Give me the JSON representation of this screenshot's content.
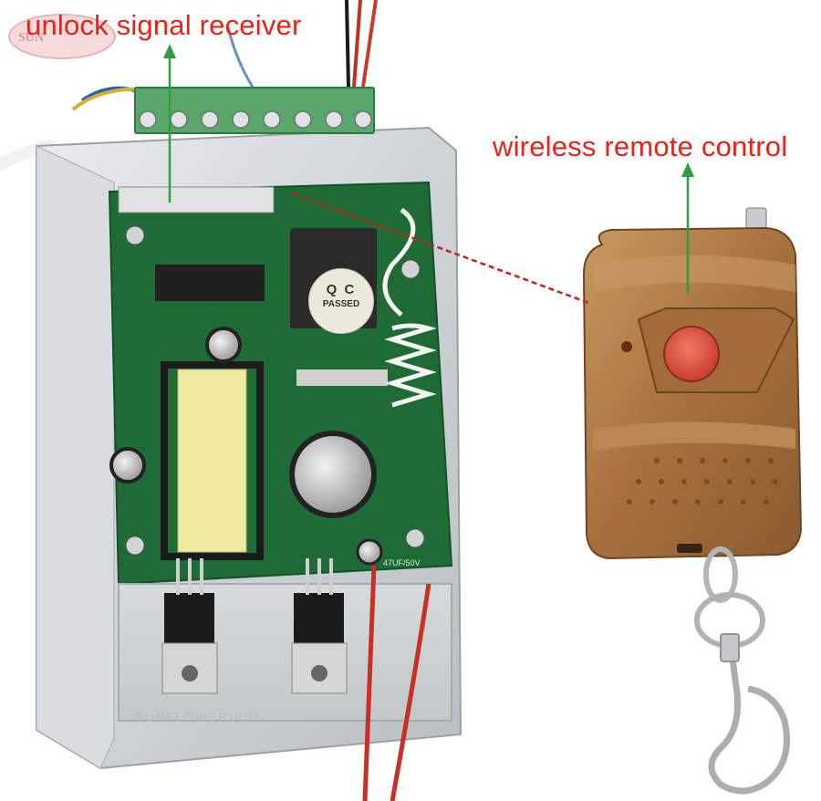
{
  "annotations": {
    "receiver_label": "unlock signal receiver",
    "remote_label": "wireless remote control"
  },
  "product_text": {
    "case_engraving": "SUNFLOWERVDP",
    "qc_sticker_line1": "Q C",
    "qc_sticker_line2": "PASSED",
    "capacitor_label": "47UF/50V"
  },
  "colors": {
    "annotation_text": "#e8221a",
    "annotation_arrow": "#2e9e3e",
    "link_line": "#c8201a",
    "pcb": "#1f6b35",
    "remote_body": "#b07b45",
    "button": "#d94a3c"
  }
}
